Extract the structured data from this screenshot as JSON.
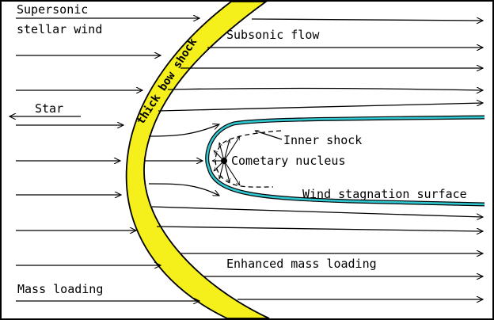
{
  "labels": {
    "supersonic_line1": "Supersonic",
    "supersonic_line2": "stellar wind",
    "star": "Star",
    "bow_shock": "thick bow shock",
    "subsonic_flow": "Subsonic flow",
    "inner_shock": "Inner shock",
    "cometary_nucleus": "Cometary nucleus",
    "wind_stagnation_surface": "Wind stagnation surface",
    "enhanced_mass_loading": "Enhanced mass loading",
    "mass_loading": "Mass loading"
  },
  "colors": {
    "bow_shock_fill": "#f5ef1c",
    "stagnation_surface": "#2fc8d2",
    "lines": "#000000",
    "background": "#ffffff"
  }
}
